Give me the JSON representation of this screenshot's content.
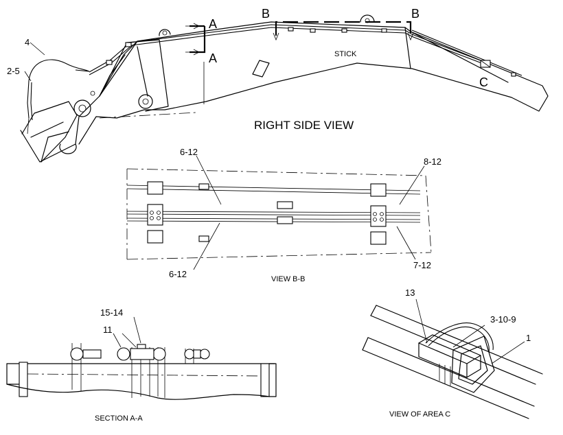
{
  "views": {
    "right_side": {
      "title": "RIGHT SIDE VIEW",
      "stick_label": "STICK",
      "callouts": {
        "a1": "A",
        "a2": "A",
        "b1": "B",
        "b2": "B",
        "c": "C",
        "n4": "4",
        "n2_5": "2-5"
      }
    },
    "view_bb": {
      "title": "VIEW B-B",
      "callouts": {
        "top_left": "6-12",
        "bottom_left": "6-12",
        "top_right": "8-12",
        "bottom_right": "7-12"
      }
    },
    "section_aa": {
      "title": "SECTION A-A",
      "callouts": {
        "n15_14": "15-14",
        "n11": "11"
      }
    },
    "view_c": {
      "title": "VIEW OF AREA C",
      "callouts": {
        "n13": "13",
        "n3_10_9": "3-10-9",
        "n1": "1"
      }
    }
  }
}
